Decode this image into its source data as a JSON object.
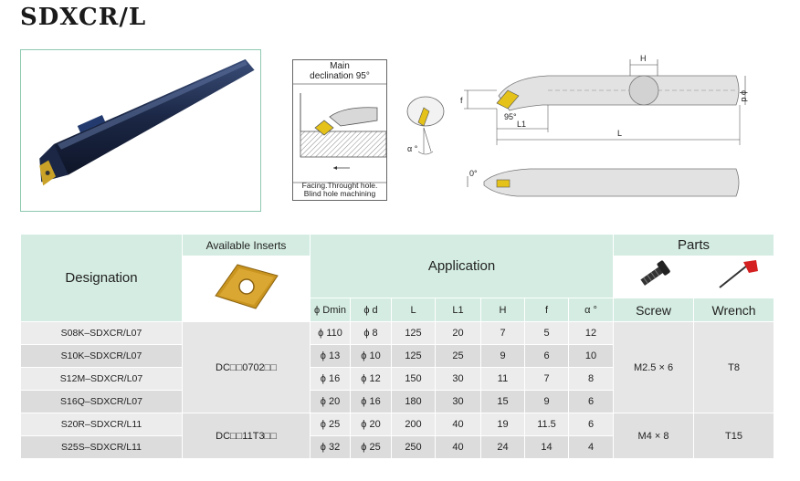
{
  "title": "SDXCR/L",
  "diagram": {
    "top_line1": "Main",
    "top_line2": "declination 95°",
    "bottom_line1": "Facing.Throught hole.",
    "bottom_line2": "Blind hole machining"
  },
  "drawing_labels": {
    "H": "H",
    "phi_d": "ϕ d",
    "f": "f",
    "angle_95": "95°",
    "L1": "L1",
    "L": "L",
    "angle_0": "0°",
    "alpha": "α °"
  },
  "table": {
    "designation": "Designation",
    "available_inserts": "Available Inserts",
    "application": "Application",
    "parts": "Parts",
    "screw": "Screw",
    "wrench": "Wrench",
    "columns": [
      "ϕ Dmin",
      "ϕ d",
      "L",
      "L1",
      "H",
      "f",
      "α °"
    ],
    "rows": [
      [
        "S08K–SDXCR/L07",
        "ϕ 110",
        "ϕ 8",
        "125",
        "20",
        "7",
        "5",
        "12"
      ],
      [
        "S10K–SDXCR/L07",
        "ϕ 13",
        "ϕ 10",
        "125",
        "25",
        "9",
        "6",
        "10"
      ],
      [
        "S12M–SDXCR/L07",
        "ϕ 16",
        "ϕ 12",
        "150",
        "30",
        "11",
        "7",
        "8"
      ],
      [
        "S16Q–SDXCR/L07",
        "ϕ 20",
        "ϕ 16",
        "180",
        "30",
        "15",
        "9",
        "6"
      ],
      [
        "S20R–SDXCR/L11",
        "ϕ 25",
        "ϕ 20",
        "200",
        "40",
        "19",
        "11.5",
        "6"
      ],
      [
        "S25S–SDXCR/L11",
        "ϕ 32",
        "ϕ 25",
        "250",
        "40",
        "24",
        "14",
        "4"
      ]
    ],
    "insert_group1": "DC□□0702□□",
    "insert_group2": "DC□□11T3□□",
    "screw_group1": "M2.5 × 6",
    "screw_group2": "M4 × 8",
    "wrench_group1": "T8",
    "wrench_group2": "T15"
  },
  "colors": {
    "header_bg": "#d4ece2",
    "insert_gold": "#c9a227",
    "tool_body": "#1d2a4a"
  }
}
